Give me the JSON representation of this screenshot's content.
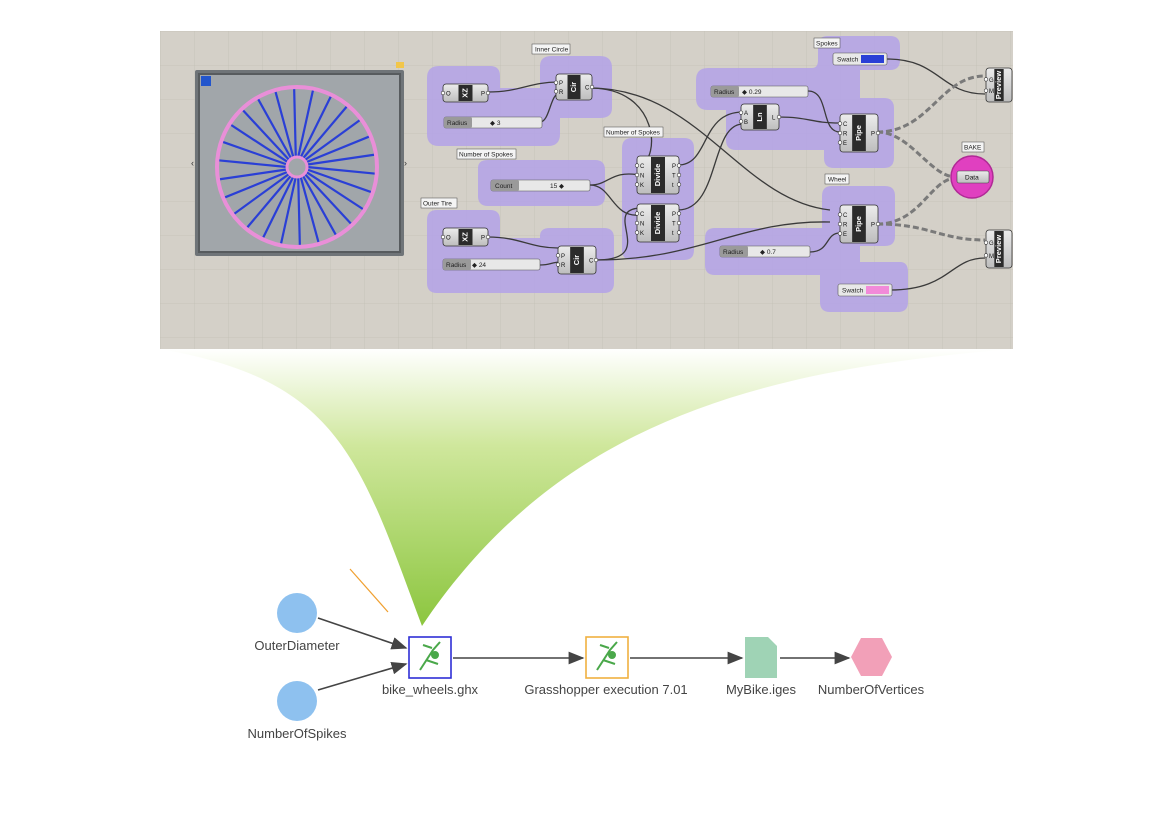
{
  "groups": {
    "inner_circle": "Inner Circle",
    "number_of_spokes_a": "Number of Spokes",
    "number_of_spokes_b": "Number of Spokes",
    "outer_tire": "Outer Tire",
    "spokes": "Spokes",
    "wheel": "Wheel",
    "bake": "BAKE"
  },
  "sliders": {
    "inner_radius": {
      "label": "Radius",
      "value": "3"
    },
    "count": {
      "label": "Count",
      "value": "15"
    },
    "outer_radius": {
      "label": "Radius",
      "value": "24"
    },
    "spoke_radius": {
      "label": "Radius",
      "value": "0.29"
    },
    "wheel_radius": {
      "label": "Radius",
      "value": "0.7"
    }
  },
  "components": {
    "xz_a": {
      "name": "XZ",
      "in": [
        "O"
      ],
      "out": [
        "P"
      ]
    },
    "cir_a": {
      "name": "Cir",
      "in": [
        "P",
        "R"
      ],
      "out": [
        "C"
      ]
    },
    "xz_b": {
      "name": "XZ",
      "in": [
        "O"
      ],
      "out": [
        "P"
      ]
    },
    "cir_b": {
      "name": "Cir",
      "in": [
        "P",
        "R"
      ],
      "out": [
        "C"
      ]
    },
    "divide_a": {
      "name": "Divide",
      "in": [
        "C",
        "N",
        "K"
      ],
      "out": [
        "P",
        "T",
        "t"
      ]
    },
    "divide_b": {
      "name": "Divide",
      "in": [
        "C",
        "N",
        "K"
      ],
      "out": [
        "P",
        "T",
        "t"
      ]
    },
    "ln": {
      "name": "Ln",
      "in": [
        "A",
        "B"
      ],
      "out": [
        "L"
      ]
    },
    "pipe_a": {
      "name": "Pipe",
      "in": [
        "C",
        "R",
        "E"
      ],
      "out": [
        "P"
      ]
    },
    "pipe_b": {
      "name": "Pipe",
      "in": [
        "C",
        "R",
        "E"
      ],
      "out": [
        "P"
      ]
    },
    "preview_a": {
      "name": "Preview",
      "in": [
        "G",
        "M"
      ]
    },
    "preview_b": {
      "name": "Preview",
      "in": [
        "G",
        "M"
      ]
    },
    "data": {
      "name": "Data"
    }
  },
  "swatches": {
    "spokes": {
      "label": "Swatch",
      "color": "#2a3fd6"
    },
    "wheel": {
      "label": "Swatch",
      "color": "#f28ad9"
    }
  },
  "colors": {
    "group_fill": "#b3a2e8",
    "canvas": "#d4d0c8",
    "spoke": "#2a3fd6",
    "rim": "#e98fd8",
    "bake": "#e040c0",
    "funnel": "#8cc63f"
  },
  "flow": {
    "nodes": [
      {
        "id": "outer_diameter",
        "label": "OuterDiameter",
        "shape": "circle",
        "color": "#8ec1ef"
      },
      {
        "id": "number_of_spikes",
        "label": "NumberOfSpikes",
        "shape": "circle",
        "color": "#8ec1ef"
      },
      {
        "id": "bike_wheels",
        "label": "bike_wheels.ghx",
        "shape": "square",
        "color": "#2f2fd6",
        "icon": "grasshopper-icon"
      },
      {
        "id": "gh_exec",
        "label": "Grasshopper execution 7.01",
        "shape": "square",
        "color": "#f0b040",
        "icon": "grasshopper-icon"
      },
      {
        "id": "mybike",
        "label": "MyBike.iges",
        "shape": "document",
        "color": "#9fd3b5"
      },
      {
        "id": "num_vertices",
        "label": "NumberOfVertices",
        "shape": "hexagon",
        "color": "#f2a0b8"
      }
    ]
  }
}
